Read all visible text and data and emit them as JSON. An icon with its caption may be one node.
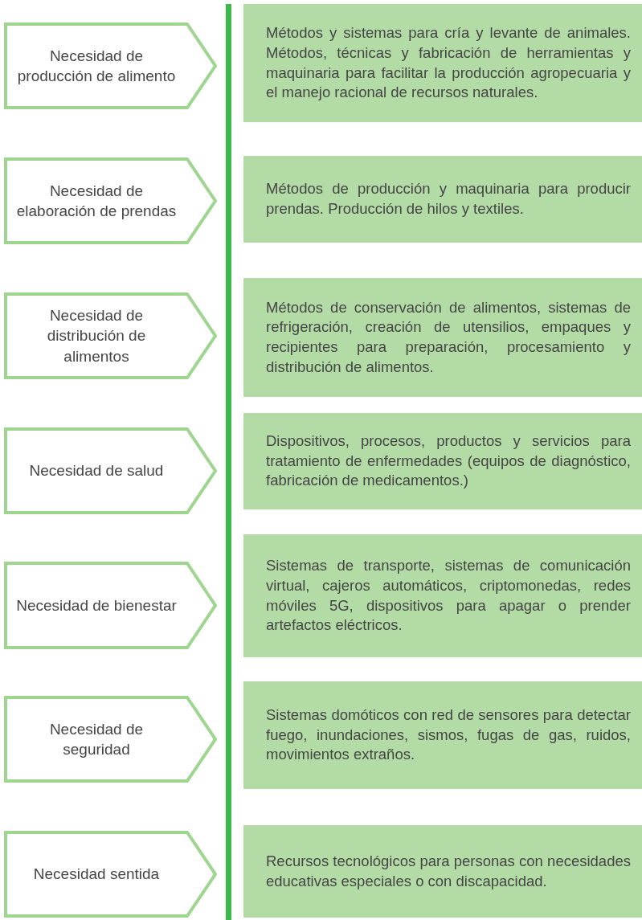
{
  "diagram": {
    "nodes": [
      {
        "text": [
          "Necesidad de producción de alimento"
        ]
      },
      {
        "text": [
          "Métodos y sistemas para cría y levante de animales. Métodos, técnicas y fabricación de herramientas y maquinaria para facilitar la producción agropecuaria y el manejo racional de recursos naturales."
        ]
      },
      {
        "text": [
          "Necesidad de elaboración de prendas"
        ]
      },
      {
        "text": [
          "Métodos de producción y maquinaria para producir prendas. Producción de hilos y textiles."
        ]
      },
      {
        "text": [
          "Necesidad de distribución de alimentos"
        ]
      },
      {
        "text": [
          "Métodos de conservación de alimentos, sistemas de refrigeración, creación de utensilios, empaques y recipientes para preparación, procesamiento y distribución de alimentos."
        ]
      },
      {
        "text": [
          "Necesidad de salud"
        ]
      },
      {
        "text": [
          "Dispositivos, procesos, productos y servicios para tratamiento de enfermedades (equipos de diagnóstico, fabricación de medicamentos.)"
        ]
      },
      {
        "text": [
          "Necesidad de bienestar"
        ]
      },
      {
        "text": [
          "Sistemas de transporte, sistemas de comunicación virtual, cajeros automáticos, criptomonedas, redes móviles 5G, dispositivos para apagar o prender artefactos eléctricos."
        ]
      },
      {
        "text": [
          "Necesidad de seguridad"
        ]
      },
      {
        "text": [
          "Sistemas domóticos con red de sensores para detectar fuego, inundaciones, sismos, fugas de gas, ruidos, movimientos extraños."
        ]
      },
      {
        "text": [
          "Necesidad sentida"
        ]
      },
      {
        "text": [
          "Recursos tecnológicos para personas con necesidades educativas especiales o con discapacidad."
        ]
      }
    ]
  }
}
